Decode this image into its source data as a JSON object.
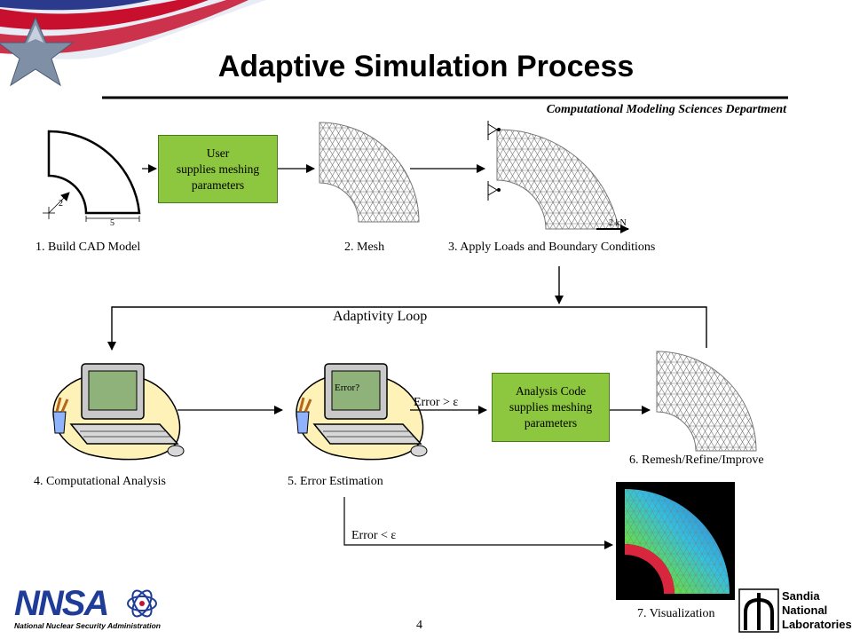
{
  "title": "Adaptive Simulation Process",
  "department": "Computational Modeling Sciences Department",
  "steps": {
    "s1": "1. Build CAD Model",
    "s2": "2. Mesh",
    "s3": "3. Apply Loads and Boundary Conditions",
    "s4": "4. Computational Analysis",
    "s5": "5. Error Estimation",
    "s6": "6. Remesh/Refine/Improve",
    "s7": "7. Visualization"
  },
  "boxes": {
    "user": [
      "User",
      "supplies meshing",
      "parameters"
    ],
    "analysis": [
      "Analysis Code",
      "supplies meshing",
      "parameters"
    ]
  },
  "cad_dims": {
    "radius_label": "2",
    "width_label": "5"
  },
  "load_label": "2 kN",
  "loop_label": "Adaptivity Loop",
  "error_screen": "Error?",
  "error_gt": "Error > ε",
  "error_lt": "Error < ε",
  "page_number": "4",
  "logos": {
    "nnsa_main": "NNSA",
    "nnsa_sub": "National Nuclear Security Administration",
    "sandia": [
      "Sandia",
      "National",
      "Laboratories"
    ]
  },
  "colors": {
    "green_box": "#8dc63f",
    "flag_red": "#c8102e",
    "flag_blue": "#2b3a8c",
    "nnsa_blue": "#1f3c99"
  }
}
